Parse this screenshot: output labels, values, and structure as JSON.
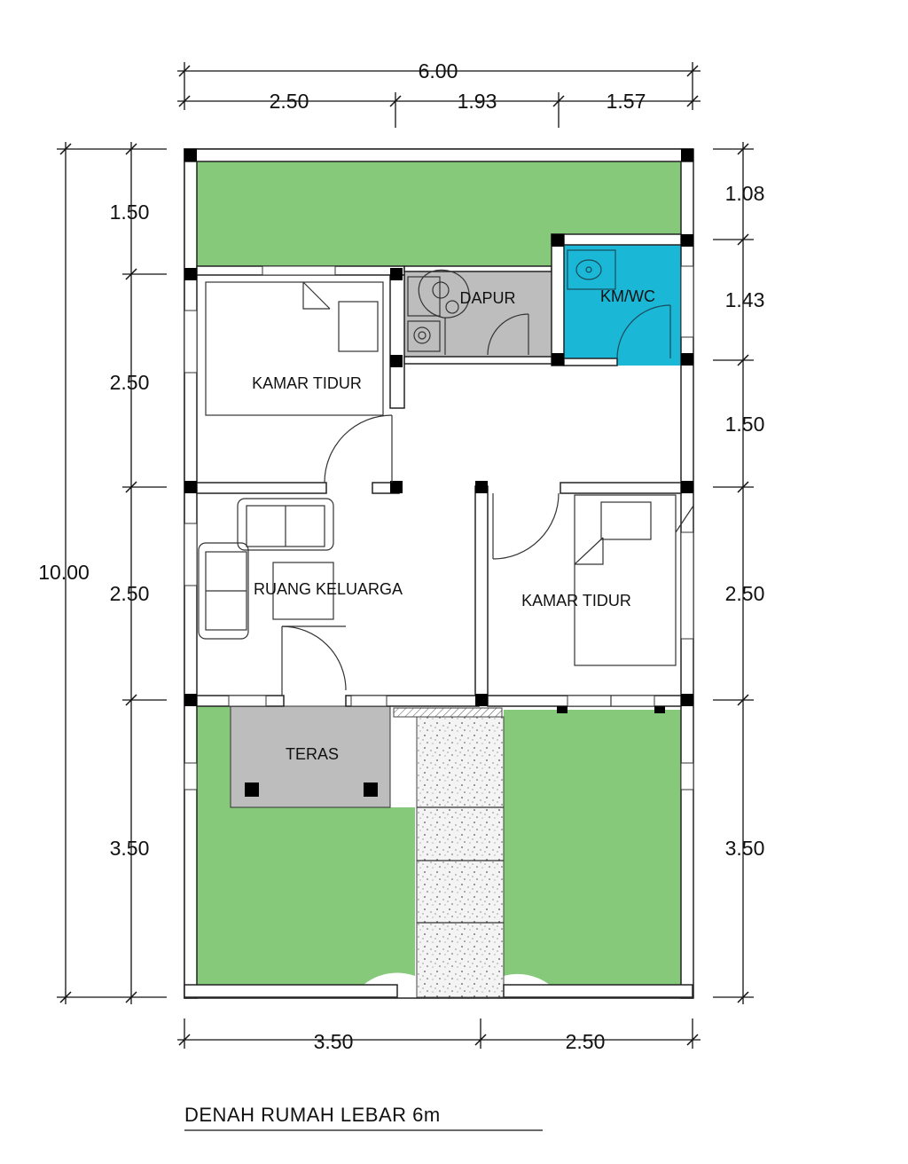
{
  "title": "DENAH RUMAH LEBAR 6m",
  "dimensions": {
    "top_total": "6.00",
    "top_segments": [
      "2.50",
      "1.93",
      "1.57"
    ],
    "bottom_segments": [
      "3.50",
      "2.50"
    ],
    "left_total": "10.00",
    "left_segments": [
      "1.50",
      "2.50",
      "2.50",
      "3.50"
    ],
    "right_segments": [
      "1.08",
      "1.43",
      "1.50",
      "2.50",
      "3.50"
    ]
  },
  "rooms": {
    "kamar_tidur_1": "KAMAR TIDUR",
    "dapur": "DAPUR",
    "km_wc": "KM/WC",
    "ruang_keluarga": "RUANG KELUARGA",
    "kamar_tidur_2": "KAMAR TIDUR",
    "teras": "TERAS"
  },
  "colors": {
    "garden": "#86c97b",
    "bathroom": "#1ab7d6",
    "kitchen_teras": "#bdbdbd",
    "walls": "#222222"
  }
}
